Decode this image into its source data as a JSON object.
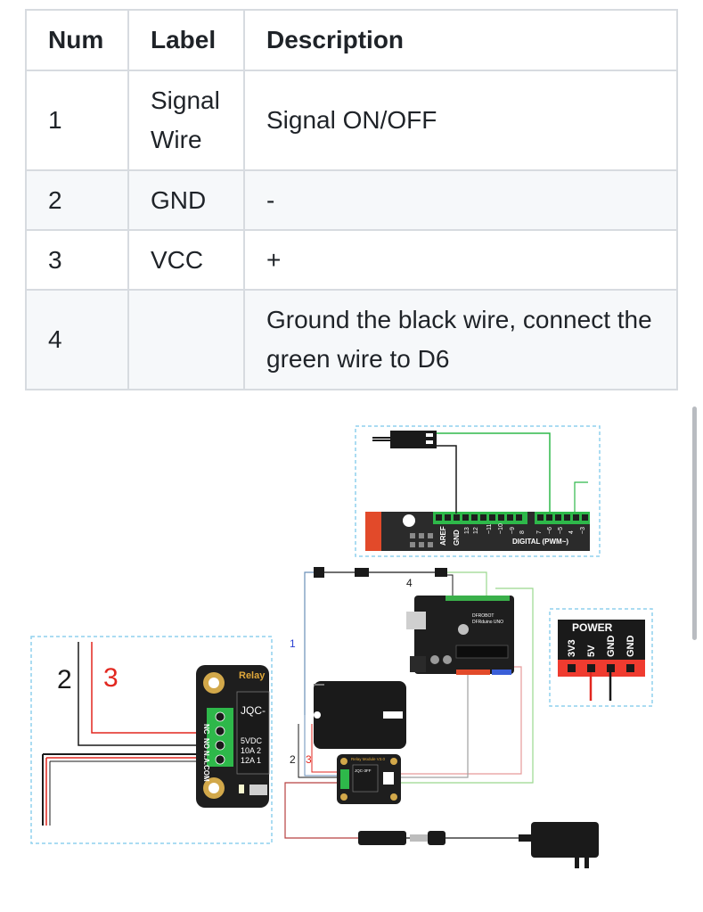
{
  "table": {
    "headers": [
      "Num",
      "Label",
      "Description"
    ],
    "rows": [
      {
        "num": "1",
        "label": "Signal Wire",
        "description": "Signal ON/OFF"
      },
      {
        "num": "2",
        "label": "GND",
        "description": "-"
      },
      {
        "num": "3",
        "label": "VCC",
        "description": "+"
      },
      {
        "num": "4",
        "label": "",
        "description": "Ground the black wire, connect the green wire to D6"
      }
    ]
  },
  "diagram": {
    "arduino_header": {
      "aref": "AREF",
      "gnd": "GND",
      "pins": [
        "13",
        "12",
        "~11",
        "~10",
        "~9",
        "8",
        "7",
        "~6",
        "~5",
        "4",
        "~3"
      ],
      "digital_label": "DIGITAL (PWM~)"
    },
    "wire_numbers": {
      "one": "1",
      "two": "2",
      "three": "3",
      "four": "4"
    },
    "relay_zoom": {
      "title": "Relay",
      "model": "JQC-",
      "spec1": "5VDC",
      "spec2": "10A 2",
      "spec3": "12A 1",
      "terminal_labels": [
        "NC",
        "NO",
        "N.A.",
        "COM"
      ],
      "wire_two": "2",
      "wire_three": "3"
    },
    "relay_small": {
      "title": "Relay Module V3.0",
      "model": "JQC-3FF"
    },
    "uno_board": {
      "brand": "DFROBOT",
      "name": "DFRduino UNO"
    },
    "power_header": {
      "title": "POWER",
      "pins": [
        "3V3",
        "5V",
        "GND",
        "GND"
      ]
    },
    "colors": {
      "red_text": "#e2271f",
      "blue_text": "#2a3fd1",
      "dashed_box": "#8fd1ee",
      "header_green": "#2eb84a"
    }
  }
}
